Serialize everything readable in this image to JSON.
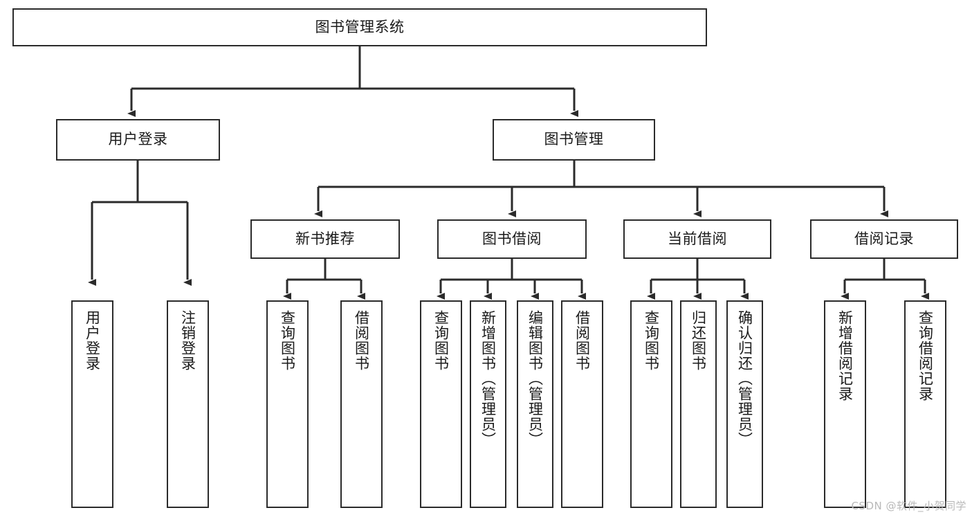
{
  "diagram": {
    "title": "图书管理系统",
    "watermark": "CSDN @软件_小贺同学",
    "colors": {
      "box_border": "#2b2b2b",
      "box_fill": "#ffffff",
      "connector": "#2b2b2b",
      "text": "#1a1a1a",
      "watermark": "#b9b9b9",
      "background": "#ffffff"
    },
    "nodes": {
      "root": {
        "label": "图书管理系统"
      },
      "level1": [
        {
          "label": "用户登录"
        },
        {
          "label": "图书管理"
        }
      ],
      "level2": [
        {
          "label": "新书推荐"
        },
        {
          "label": "图书借阅"
        },
        {
          "label": "当前借阅"
        },
        {
          "label": "借阅记录"
        }
      ],
      "leaves": {
        "user_login": [
          {
            "label": "用户登录"
          },
          {
            "label": "注销登录"
          }
        ],
        "new_book_recommend": [
          {
            "label": "查询图书"
          },
          {
            "label": "借阅图书"
          }
        ],
        "book_borrow": [
          {
            "label": "查询图书"
          },
          {
            "label": "新增图书（管理员）"
          },
          {
            "label": "编辑图书（管理员）"
          },
          {
            "label": "借阅图书"
          }
        ],
        "current_borrow": [
          {
            "label": "查询图书"
          },
          {
            "label": "归还图书"
          },
          {
            "label": "确认归还（管理员）"
          }
        ],
        "borrow_record": [
          {
            "label": "新增借阅记录"
          },
          {
            "label": "查询借阅记录"
          }
        ]
      }
    }
  }
}
